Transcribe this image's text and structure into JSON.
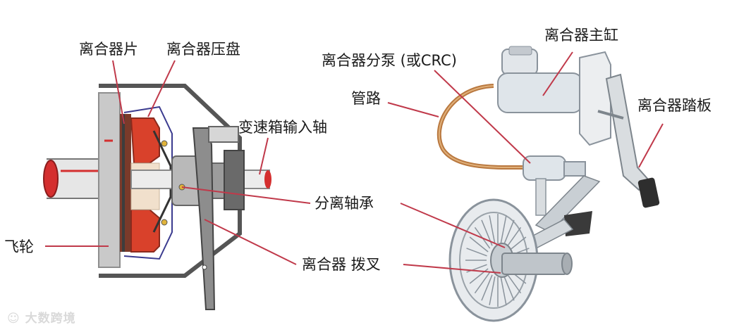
{
  "labels": {
    "clutch_disc": "离合器片",
    "pressure_plate": "离合器压盘",
    "input_shaft": "变速箱输入轴",
    "release_bearing": "分离轴承",
    "flywheel": "飞轮",
    "release_fork": "离合器 拨叉",
    "master_cylinder": "离合器主缸",
    "slave_cylinder": "离合器分泵 (或CRC)",
    "pipe": "管路",
    "pedal": "离合器踏板"
  },
  "watermark": "大数跨境",
  "colors": {
    "leader_line": "#c0394a",
    "flywheel": "#c9c9c9",
    "pressure_plate": "#d9412b",
    "housing": "#555555",
    "pipe": "#b9783f"
  }
}
